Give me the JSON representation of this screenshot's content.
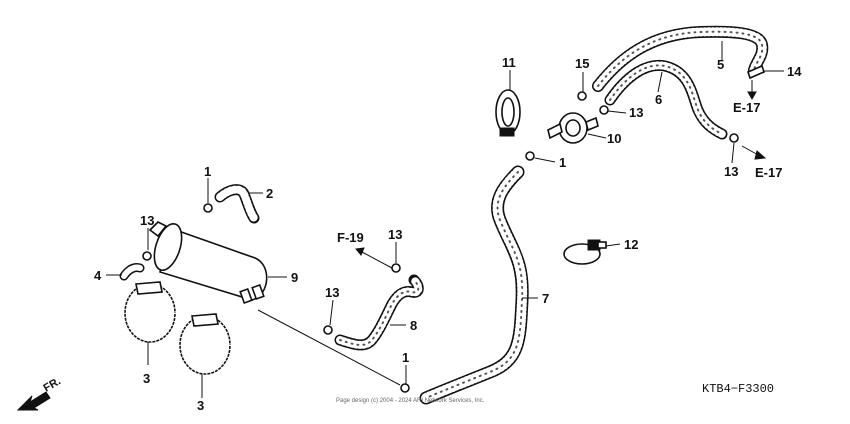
{
  "diagram": {
    "callouts": [
      {
        "id": "c1a",
        "label": "1"
      },
      {
        "id": "c1b",
        "label": "1"
      },
      {
        "id": "c1c",
        "label": "1"
      },
      {
        "id": "c2",
        "label": "2"
      },
      {
        "id": "c3a",
        "label": "3"
      },
      {
        "id": "c3b",
        "label": "3"
      },
      {
        "id": "c4",
        "label": "4"
      },
      {
        "id": "c5",
        "label": "5"
      },
      {
        "id": "c6",
        "label": "6"
      },
      {
        "id": "c7",
        "label": "7"
      },
      {
        "id": "c8",
        "label": "8"
      },
      {
        "id": "c9",
        "label": "9"
      },
      {
        "id": "c10",
        "label": "10"
      },
      {
        "id": "c11",
        "label": "11"
      },
      {
        "id": "c12",
        "label": "12"
      },
      {
        "id": "c13a",
        "label": "13"
      },
      {
        "id": "c13b",
        "label": "13"
      },
      {
        "id": "c13c",
        "label": "13"
      },
      {
        "id": "c13d",
        "label": "13"
      },
      {
        "id": "c13e",
        "label": "13"
      },
      {
        "id": "c14",
        "label": "14"
      },
      {
        "id": "c15",
        "label": "15"
      }
    ],
    "refs": {
      "e17_top": "E-17",
      "e17_bottom": "E-17",
      "f19": "F-19"
    },
    "front_label": "FR.",
    "diagram_code": "KTB4−F3300",
    "copyright": "Page design (c) 2004 - 2024 ARI Network Services, Inc."
  }
}
